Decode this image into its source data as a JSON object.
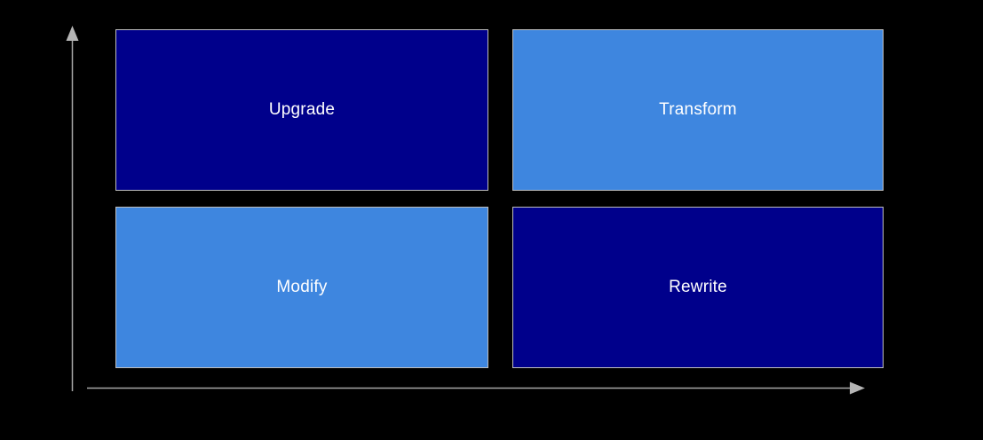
{
  "matrix": {
    "quadrants": [
      {
        "id": "upgrade",
        "label": "Upgrade",
        "position": "top-left",
        "fill": "#00008B"
      },
      {
        "id": "transform",
        "label": "Transform",
        "position": "top-right",
        "fill": "#3E86DF"
      },
      {
        "id": "modify",
        "label": "Modify",
        "position": "bottom-left",
        "fill": "#3E86DF"
      },
      {
        "id": "rewrite",
        "label": "Rewrite",
        "position": "bottom-right",
        "fill": "#00008B"
      }
    ]
  },
  "axes": {
    "y_axis_direction": "up",
    "x_axis_direction": "right"
  },
  "colors": {
    "background": "#000000",
    "dark_blue": "#00008B",
    "medium_blue": "#3E86DF",
    "box_border": "#BFBFBF",
    "axis_line": "#A6A6A6",
    "axis_arrowhead": "#B5B5B5",
    "label_text": "#FFFFFF"
  }
}
